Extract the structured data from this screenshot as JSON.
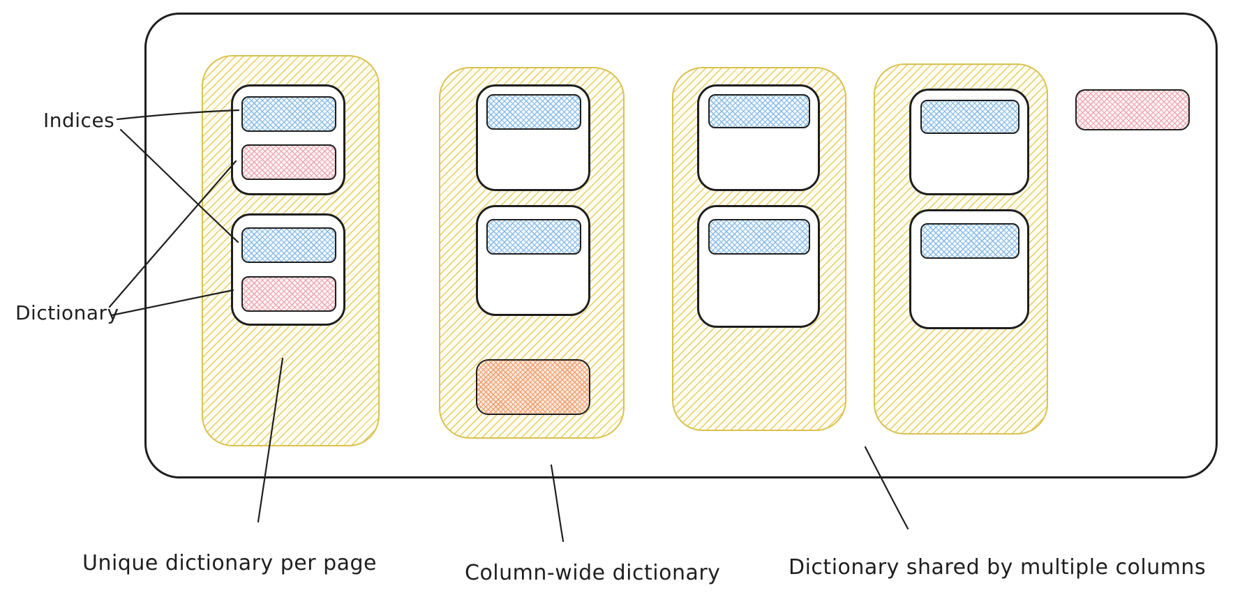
{
  "labels": {
    "indices": "Indices",
    "dictionary": "Dictionary"
  },
  "captions": {
    "unique_per_page": "Unique dictionary per page",
    "column_wide": "Column-wide dictionary",
    "shared_multiple": "Dictionary shared by multiple columns"
  },
  "colors": {
    "stroke": "#1e1e1e",
    "column-stroke": "#d9c14f",
    "yellow-hatch": "#e6cc5f",
    "blue-hatch": "#85b8e4",
    "pink-hatch": "#eda4ae",
    "orange-hatch": "#f09c6a"
  }
}
